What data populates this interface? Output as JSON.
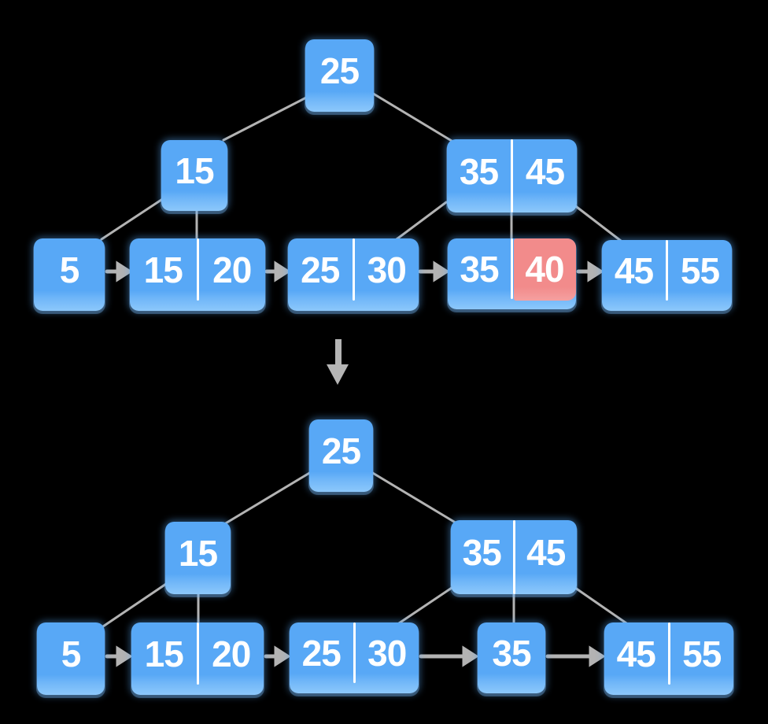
{
  "colors": {
    "node_blue": "#58a8f6",
    "node_blue_light": "#8dc8fb",
    "highlight_red": "#f28b8b",
    "edge_gray": "#b3b3b3",
    "key_text": "#ffffff",
    "background": "#000000"
  },
  "before": {
    "root": [
      "25"
    ],
    "left_internal": [
      "15"
    ],
    "right_internal": [
      "35",
      "45"
    ],
    "leaf1": [
      "5"
    ],
    "leaf2": [
      "15",
      "20"
    ],
    "leaf3": [
      "25",
      "30"
    ],
    "leaf4": [
      "35",
      "40"
    ],
    "leaf5": [
      "45",
      "55"
    ],
    "highlighted_key": "40"
  },
  "after": {
    "root": [
      "25"
    ],
    "left_internal": [
      "15"
    ],
    "right_internal": [
      "35",
      "45"
    ],
    "leaf1": [
      "5"
    ],
    "leaf2": [
      "15",
      "20"
    ],
    "leaf3": [
      "25",
      "30"
    ],
    "leaf4": [
      "35"
    ],
    "leaf5": [
      "45",
      "55"
    ]
  }
}
